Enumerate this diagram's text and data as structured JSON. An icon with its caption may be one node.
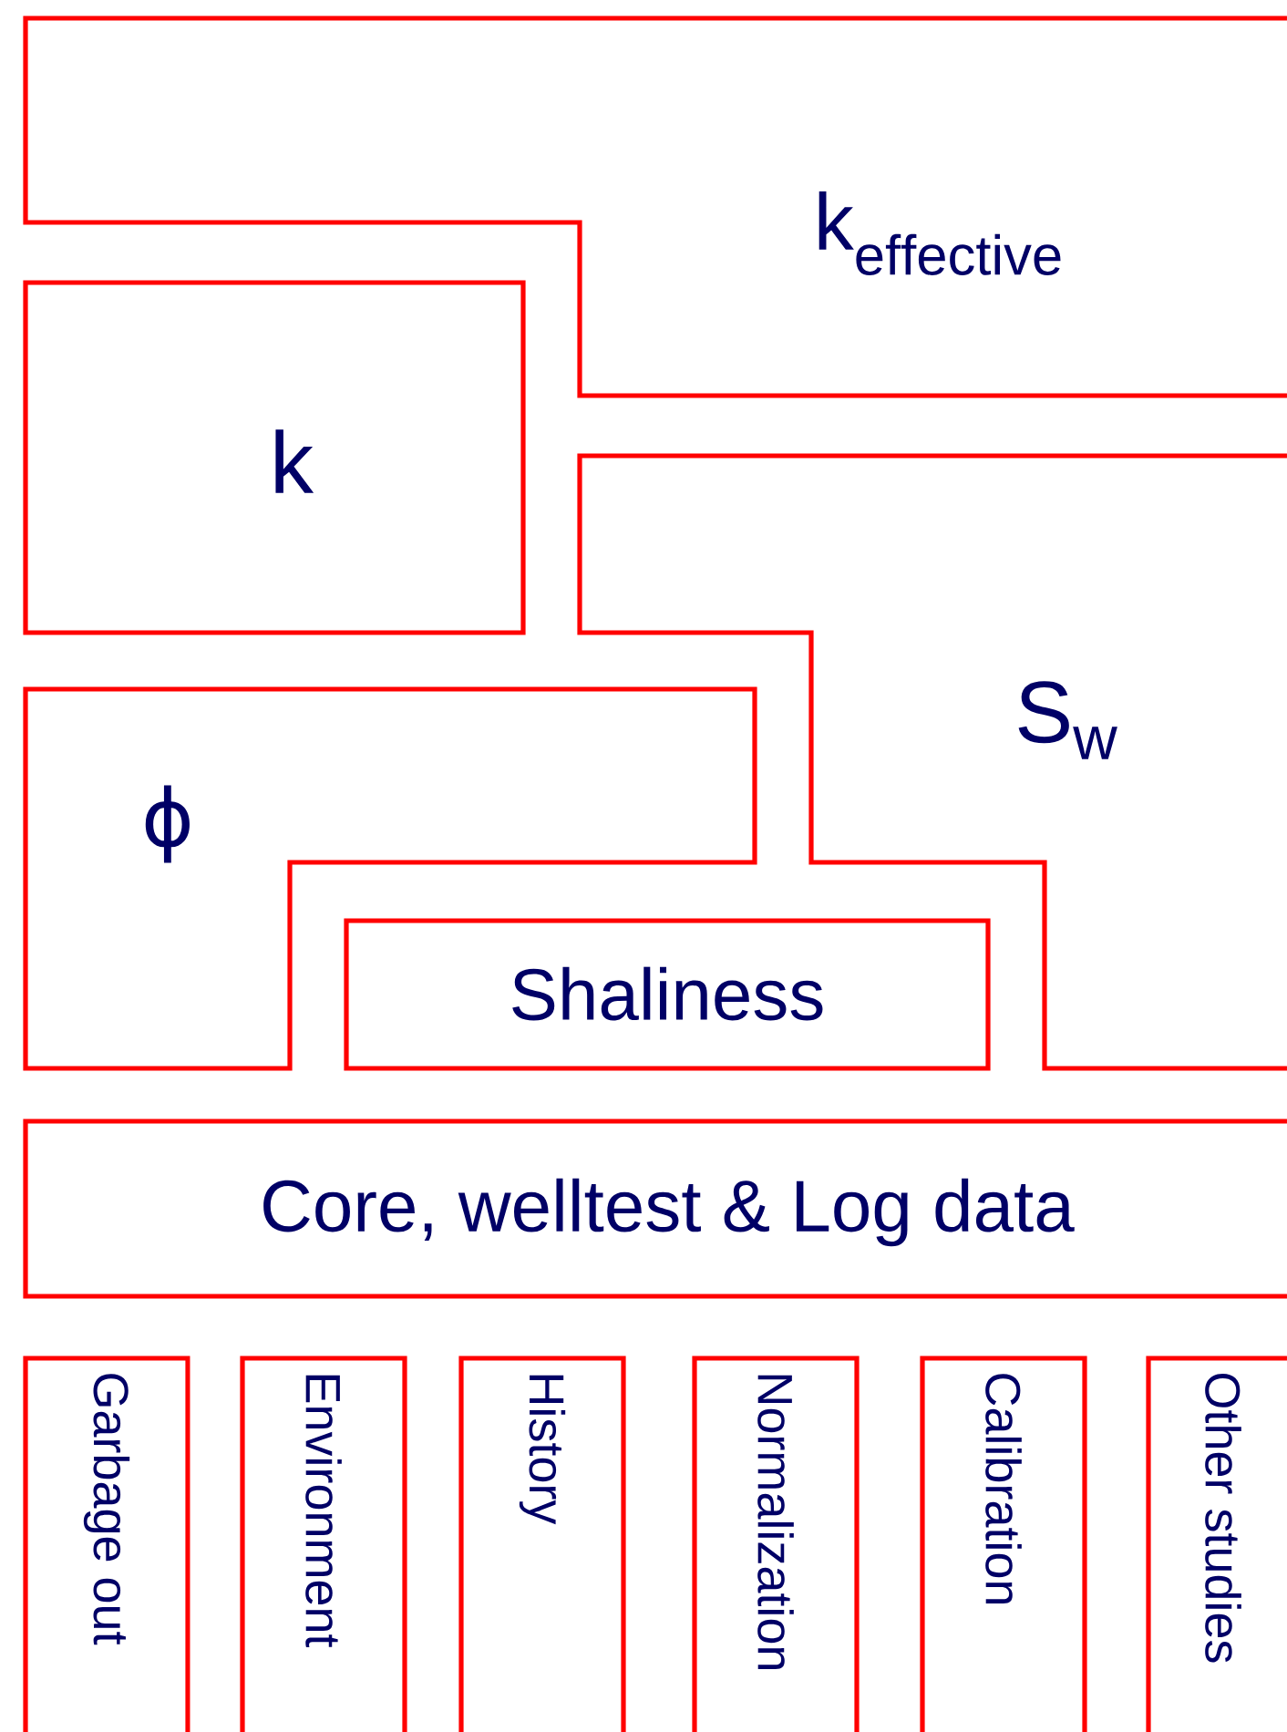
{
  "diagram": {
    "nodes": [
      {
        "text": [
          "\\mathrm{k}_{\\mathrm{effective}}"
        ]
      },
      {
        "text": [
          "k"
        ]
      },
      {
        "text": [
          "\\mathrm{S}_{\\mathrm{w}}"
        ]
      },
      {
        "text": [
          "ϕ"
        ]
      },
      {
        "text": [
          "Shaliness"
        ]
      },
      {
        "text": [
          "Core, welltest & Log data"
        ]
      },
      {
        "text": [
          "Garbage out"
        ]
      },
      {
        "text": [
          "Environment"
        ]
      },
      {
        "text": [
          "History"
        ]
      },
      {
        "text": [
          "Normalization"
        ]
      },
      {
        "text": [
          "Calibration"
        ]
      },
      {
        "text": [
          "Other studies"
        ]
      }
    ]
  }
}
